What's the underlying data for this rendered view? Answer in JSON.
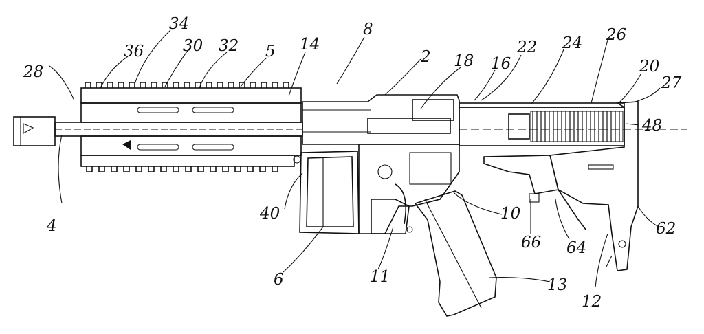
{
  "figure": {
    "colors": {
      "ink": "#111111",
      "paper": "#ffffff"
    },
    "labels": [
      {
        "id": "28",
        "text": "28"
      },
      {
        "id": "36",
        "text": "36"
      },
      {
        "id": "34",
        "text": "34"
      },
      {
        "id": "30",
        "text": "30"
      },
      {
        "id": "32",
        "text": "32"
      },
      {
        "id": "5",
        "text": "5"
      },
      {
        "id": "14",
        "text": "14"
      },
      {
        "id": "8",
        "text": "8"
      },
      {
        "id": "2",
        "text": "2"
      },
      {
        "id": "18",
        "text": "18"
      },
      {
        "id": "16",
        "text": "16"
      },
      {
        "id": "22",
        "text": "22"
      },
      {
        "id": "24",
        "text": "24"
      },
      {
        "id": "26",
        "text": "26"
      },
      {
        "id": "20",
        "text": "20"
      },
      {
        "id": "27",
        "text": "27"
      },
      {
        "id": "48",
        "text": "48"
      },
      {
        "id": "4",
        "text": "4"
      },
      {
        "id": "40",
        "text": "40"
      },
      {
        "id": "10",
        "text": "10"
      },
      {
        "id": "66",
        "text": "66"
      },
      {
        "id": "64",
        "text": "64"
      },
      {
        "id": "62",
        "text": "62"
      },
      {
        "id": "6",
        "text": "6"
      },
      {
        "id": "11",
        "text": "11"
      },
      {
        "id": "13",
        "text": "13"
      },
      {
        "id": "12",
        "text": "12"
      }
    ]
  }
}
